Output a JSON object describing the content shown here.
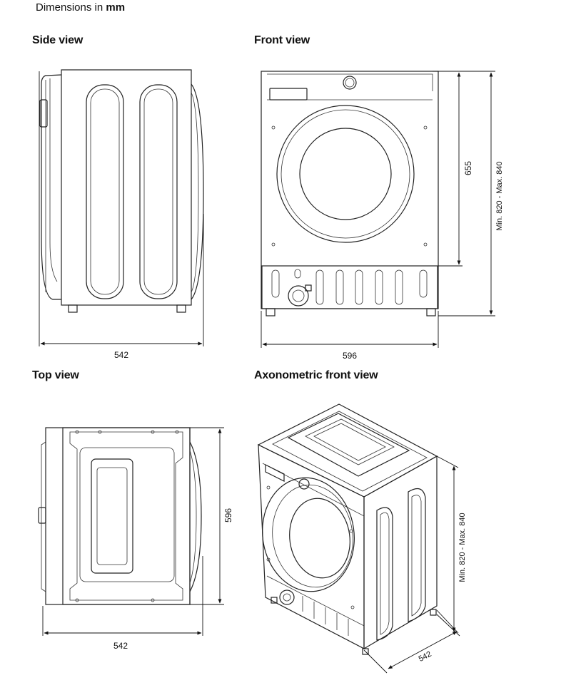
{
  "header": {
    "prefix": "Dimensions in ",
    "unit": "mm"
  },
  "views": {
    "side": {
      "title": "Side view",
      "width": "542"
    },
    "front": {
      "title": "Front view",
      "width": "596",
      "door_height": "655",
      "total_height": "Min. 820 - Max. 840"
    },
    "top": {
      "title": "Top view",
      "width": "542",
      "depth": "596"
    },
    "axonometric": {
      "title": "Axonometric front view",
      "height": "Min. 820 - Max. 840",
      "depth": "542"
    }
  }
}
